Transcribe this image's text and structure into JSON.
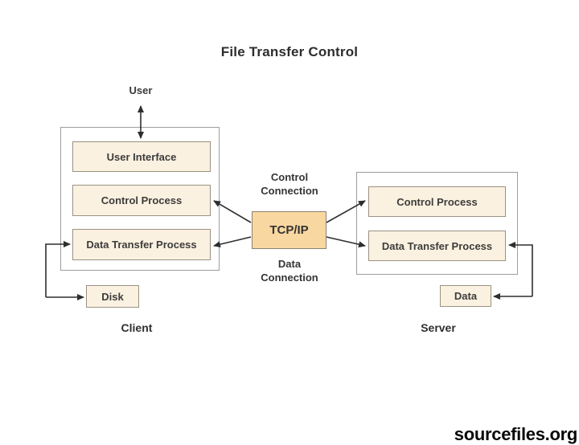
{
  "title": "File Transfer Control",
  "user_label": "User",
  "client": {
    "label": "Client",
    "user_interface": "User Interface",
    "control_process": "Control Process",
    "data_transfer_process": "Data Transfer Process",
    "disk": "Disk"
  },
  "middle": {
    "tcp_ip": "TCP/IP",
    "control_connection": "Control Connection",
    "data_connection": "Data Connection"
  },
  "server": {
    "label": "Server",
    "control_process": "Control Process",
    "data_transfer_process": "Data Transfer Process",
    "data": "Data"
  },
  "watermark": "sourcefiles.org",
  "colors": {
    "background": "#ffffff",
    "box_fill": "#fbf1e0",
    "tcpip_fill": "#f9d7a1",
    "outer_border": "#9d9d9d",
    "inner_border": "#9a9183",
    "tcpip_border": "#8a8274",
    "arrow_color": "#2e2e2e",
    "text_color": "#3a3a3a",
    "watermark_color": "#080808"
  }
}
